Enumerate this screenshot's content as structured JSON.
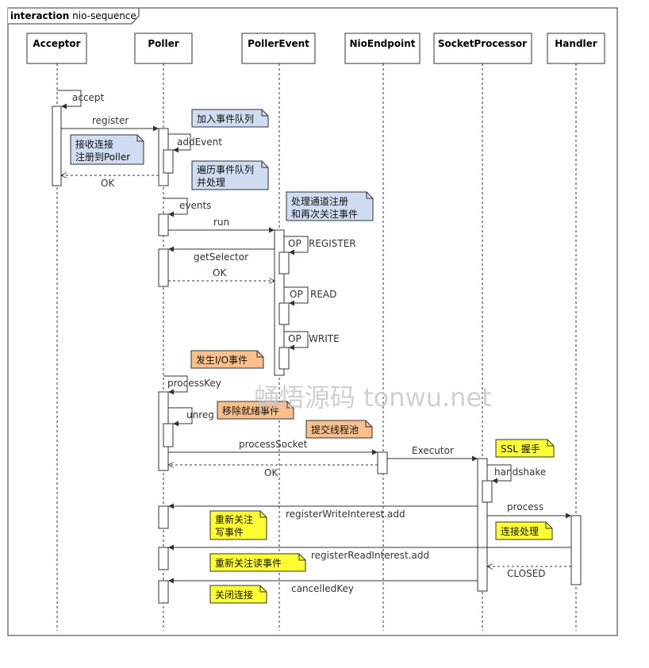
{
  "frame": {
    "keyword": "interaction",
    "name": "nio-sequence"
  },
  "colors": {
    "note_blue": "#cfdcf1",
    "note_orange": "#f8c08c",
    "note_yellow": "#ffff33",
    "line": "#333333",
    "watermark": "#c8c8c8"
  },
  "participants": [
    {
      "id": "acceptor",
      "label": "Acceptor"
    },
    {
      "id": "poller",
      "label": "Poller"
    },
    {
      "id": "poller_event",
      "label": "PollerEvent"
    },
    {
      "id": "nio_endpoint",
      "label": "NioEndpoint"
    },
    {
      "id": "socket_processor",
      "label": "SocketProcessor"
    },
    {
      "id": "handler",
      "label": "Handler"
    }
  ],
  "messages": [
    {
      "id": "accept",
      "label": "accept"
    },
    {
      "id": "register",
      "label": "register"
    },
    {
      "id": "add_event",
      "label": "addEvent"
    },
    {
      "id": "ok1",
      "label": "OK"
    },
    {
      "id": "events",
      "label": "events"
    },
    {
      "id": "run",
      "label": "run"
    },
    {
      "id": "op_register",
      "label": "REGISTER"
    },
    {
      "id": "get_selector",
      "label": "getSelector"
    },
    {
      "id": "ok2",
      "label": "OK"
    },
    {
      "id": "op_read",
      "label": "READ"
    },
    {
      "id": "op_write",
      "label": "WRITE"
    },
    {
      "id": "process_key",
      "label": "processKey"
    },
    {
      "id": "unreg",
      "label": "unreg"
    },
    {
      "id": "process_socket",
      "label": "processSocket"
    },
    {
      "id": "ok3",
      "label": "OK"
    },
    {
      "id": "executor",
      "label": "Executor"
    },
    {
      "id": "handshake",
      "label": "handshake"
    },
    {
      "id": "process",
      "label": "process"
    },
    {
      "id": "register_write",
      "label": "registerWriteInterest.add"
    },
    {
      "id": "register_read",
      "label": "registerReadInterest.add"
    },
    {
      "id": "closed",
      "label": "CLOSED"
    },
    {
      "id": "cancelled_key",
      "label": "cancelledKey"
    }
  ],
  "op_prefix": "OP",
  "notes": [
    {
      "id": "enqueue",
      "lines": [
        "加入事件队列"
      ],
      "color": "blue"
    },
    {
      "id": "accept_conn",
      "lines": [
        "接收连接",
        "注册到Poller"
      ],
      "color": "blue"
    },
    {
      "id": "traverse",
      "lines": [
        "遍历事件队列",
        "并处理"
      ],
      "color": "blue"
    },
    {
      "id": "channel_reg",
      "lines": [
        "处理通道注册",
        "和再次关注事件"
      ],
      "color": "blue"
    },
    {
      "id": "io_event",
      "lines": [
        "发生I/O事件"
      ],
      "color": "orange"
    },
    {
      "id": "remove_ready",
      "lines": [
        "移除就绪事件"
      ],
      "color": "orange"
    },
    {
      "id": "submit_pool",
      "lines": [
        "提交线程池"
      ],
      "color": "orange"
    },
    {
      "id": "ssl",
      "lines": [
        "SSL 握手"
      ],
      "color": "yellow"
    },
    {
      "id": "conn_handle",
      "lines": [
        "连接处理"
      ],
      "color": "yellow"
    },
    {
      "id": "rewrite",
      "lines": [
        "重新关注",
        "写事件"
      ],
      "color": "yellow"
    },
    {
      "id": "reread",
      "lines": [
        "重新关注读事件"
      ],
      "color": "yellow"
    },
    {
      "id": "close_conn",
      "lines": [
        "关闭连接"
      ],
      "color": "yellow"
    }
  ],
  "watermark": "蛹悟源码 tonwu.net"
}
